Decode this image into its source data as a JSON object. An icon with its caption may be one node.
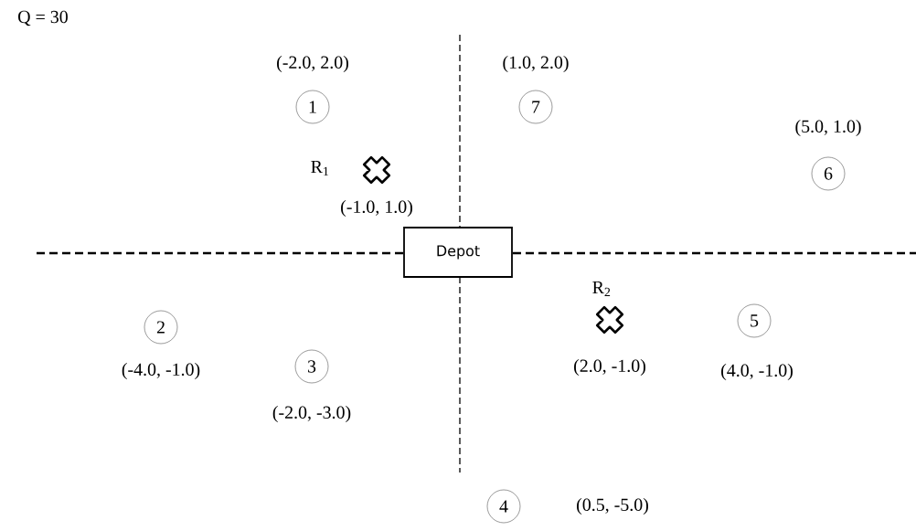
{
  "diagram": {
    "nodes": [
      {
        "text": [
          "1"
        ],
        "beside": [
          "(-2.0, 2.0)"
        ]
      },
      {
        "text": [
          "7"
        ],
        "beside": [
          "(1.0, 2.0)"
        ]
      },
      {
        "text": [
          "6"
        ],
        "beside": [
          "(5.0, 1.0)"
        ]
      },
      {
        "text": [],
        "shape": "cross",
        "beside": [
          "R$_{1}$",
          "(-1.0, 1.0)"
        ]
      },
      {
        "text": [
          "Depot"
        ]
      },
      {
        "text": [
          "2"
        ],
        "beside": [
          "(-4.0, -1.0)"
        ]
      },
      {
        "text": [],
        "shape": "cross",
        "beside": [
          "R$_{2}$",
          "(2.0, -1.0)"
        ]
      },
      {
        "text": [
          "5"
        ],
        "beside": [
          "(4.0, -1.0)"
        ]
      },
      {
        "text": [
          "3"
        ],
        "beside": [
          "(-2.0, -3.0)"
        ]
      },
      {
        "text": [
          "4"
        ],
        "beside": [
          "(0.5, -5.0)"
        ]
      }
    ],
    "labels": [
      "Q = 30"
    ]
  }
}
